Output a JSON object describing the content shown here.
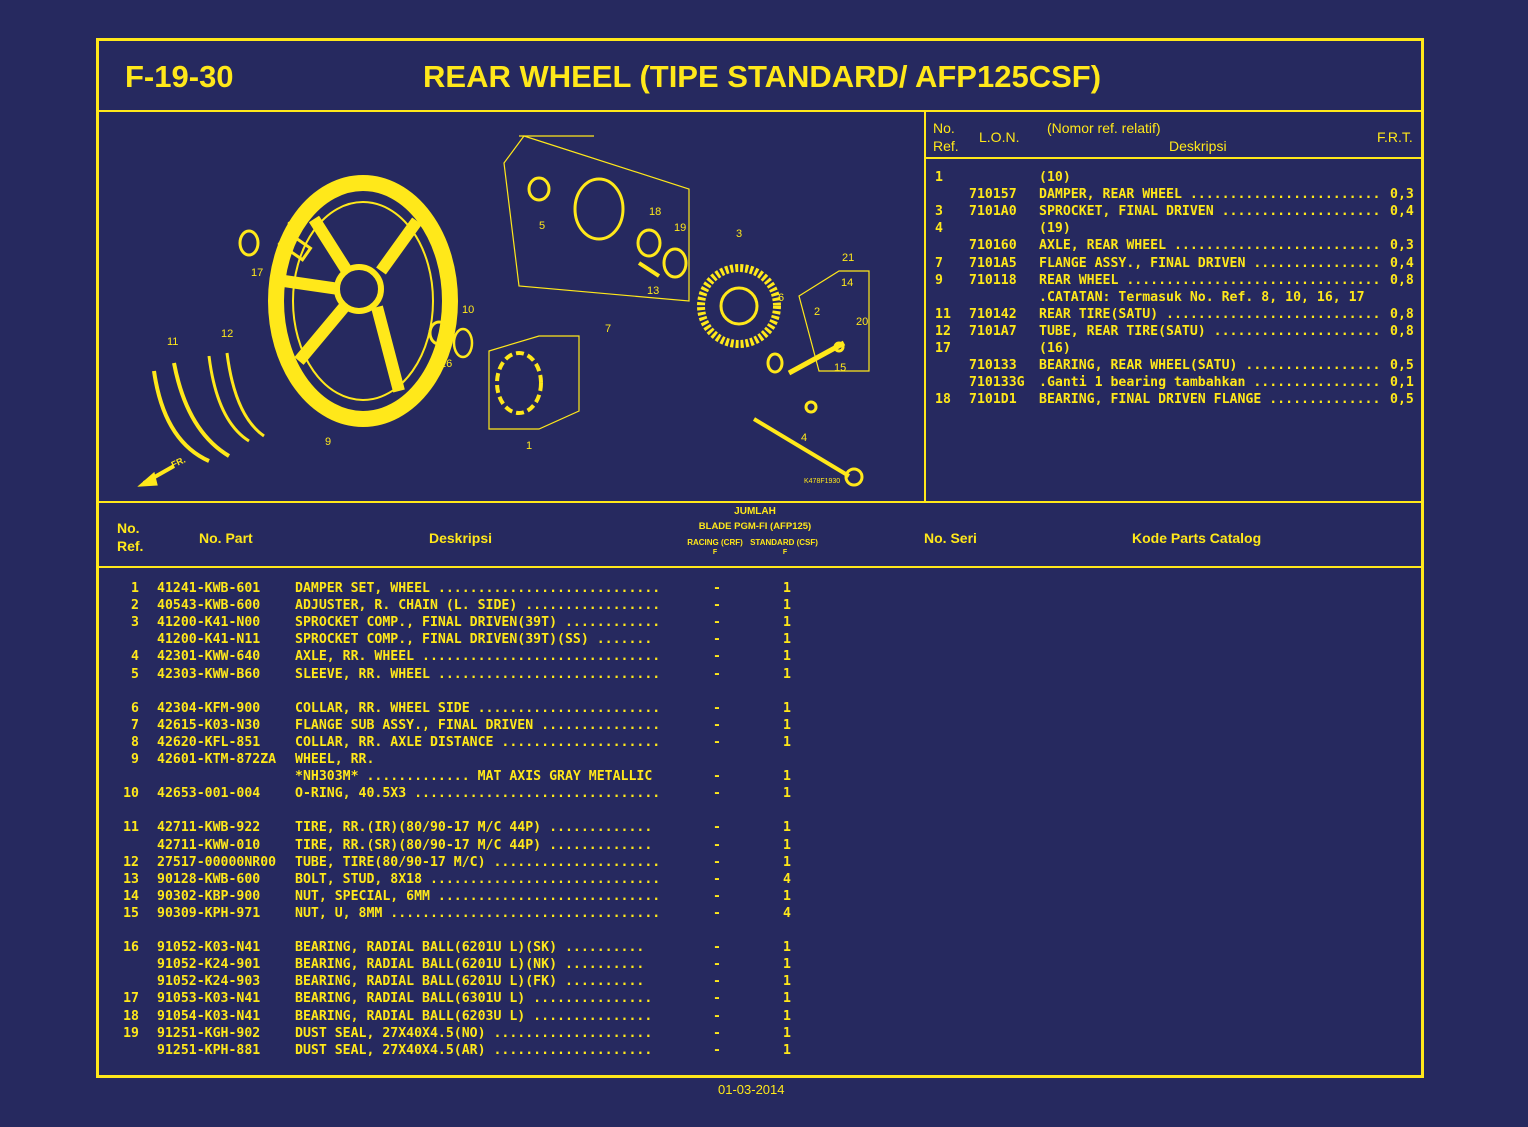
{
  "header": {
    "code": "F-19-30",
    "title": "REAR WHEEL (TIPE STANDARD/ AFP125CSF)"
  },
  "lon_table": {
    "headers": {
      "ref_top": "No.",
      "ref_bottom": "Ref.",
      "lon": "L.O.N.",
      "desc_top": "(Nomor ref. relatif)",
      "desc": "Deskripsi",
      "frt": "F.R.T."
    },
    "rows": [
      {
        "ref": "1",
        "lon": "",
        "desc": "(10)",
        "frt": ""
      },
      {
        "ref": "",
        "lon": "710157",
        "desc": "DAMPER, REAR WHEEL ........................",
        "frt": "0,3"
      },
      {
        "ref": "3",
        "lon": "7101A0",
        "desc": "SPROCKET, FINAL DRIVEN ....................",
        "frt": "0,4"
      },
      {
        "ref": "4",
        "lon": "",
        "desc": "(19)",
        "frt": ""
      },
      {
        "ref": "",
        "lon": "710160",
        "desc": "AXLE, REAR WHEEL ..........................",
        "frt": "0,3"
      },
      {
        "ref": "7",
        "lon": "7101A5",
        "desc": "FLANGE ASSY., FINAL DRIVEN ................",
        "frt": "0,4"
      },
      {
        "ref": "9",
        "lon": "710118",
        "desc": "REAR WHEEL ................................",
        "frt": "0,8"
      },
      {
        "ref": "",
        "lon": "",
        "desc": ".CATATAN: Termasuk No. Ref. 8, 10, 16, 17",
        "frt": ""
      },
      {
        "ref": "11",
        "lon": "710142",
        "desc": "REAR TIRE(SATU) ...........................",
        "frt": "0,8"
      },
      {
        "ref": "12",
        "lon": "7101A7",
        "desc": "TUBE, REAR TIRE(SATU) .....................",
        "frt": "0,8"
      },
      {
        "ref": "17",
        "lon": "",
        "desc": "(16)",
        "frt": ""
      },
      {
        "ref": "",
        "lon": "710133",
        "desc": "BEARING, REAR WHEEL(SATU) .................",
        "frt": "0,5"
      },
      {
        "ref": "",
        "lon": "710133G",
        "desc": ".Ganti 1 bearing tambahkan ................",
        "frt": "0,1"
      },
      {
        "ref": "18",
        "lon": "7101D1",
        "desc": "BEARING, FINAL DRIVEN FLANGE ..............",
        "frt": "0,5"
      }
    ]
  },
  "parts_table": {
    "headers": {
      "ref_top": "No.",
      "ref_bottom": "Ref.",
      "part": "No. Part",
      "desc": "Deskripsi",
      "jumlah": "JUMLAH",
      "model": "BLADE PGM-FI (AFP125)",
      "racing": "RACING (CRF)",
      "standard": "STANDARD (CSF)",
      "f1": "F",
      "f2": "F",
      "serial": "No. Seri",
      "catalog": "Kode Parts Catalog"
    },
    "rows": [
      {
        "ref": "1",
        "part": "41241-KWB-601",
        "desc": "DAMPER SET, WHEEL ............................",
        "racing": "-",
        "standard": "1"
      },
      {
        "ref": "2",
        "part": "40543-KWB-600",
        "desc": "ADJUSTER, R. CHAIN (L. SIDE) .................",
        "racing": "-",
        "standard": "1"
      },
      {
        "ref": "3",
        "part": "41200-K41-N00",
        "desc": "SPROCKET COMP., FINAL DRIVEN(39T) ............",
        "racing": "-",
        "standard": "1"
      },
      {
        "ref": "",
        "part": "41200-K41-N11",
        "desc": "SPROCKET COMP., FINAL DRIVEN(39T)(SS) .......",
        "racing": "-",
        "standard": "1"
      },
      {
        "ref": "4",
        "part": "42301-KWW-640",
        "desc": "AXLE, RR. WHEEL ..............................",
        "racing": "-",
        "standard": "1"
      },
      {
        "ref": "5",
        "part": "42303-KWW-B60",
        "desc": "SLEEVE, RR. WHEEL ............................",
        "racing": "-",
        "standard": "1"
      },
      {
        "ref": "6",
        "part": "42304-KFM-900",
        "desc": "COLLAR, RR. WHEEL SIDE .......................",
        "racing": "-",
        "standard": "1"
      },
      {
        "ref": "7",
        "part": "42615-K03-N30",
        "desc": "FLANGE SUB ASSY., FINAL DRIVEN ...............",
        "racing": "-",
        "standard": "1"
      },
      {
        "ref": "8",
        "part": "42620-KFL-851",
        "desc": "COLLAR, RR. AXLE DISTANCE ....................",
        "racing": "-",
        "standard": "1"
      },
      {
        "ref": "9",
        "part": "42601-KTM-872ZA",
        "desc": "WHEEL, RR.",
        "racing": "",
        "standard": ""
      },
      {
        "ref": "",
        "part": "",
        "desc": "*NH303M* ............. MAT AXIS GRAY METALLIC",
        "racing": "-",
        "standard": "1"
      },
      {
        "ref": "10",
        "part": "42653-001-004",
        "desc": "O-RING, 40.5X3 ...............................",
        "racing": "-",
        "standard": "1"
      },
      {
        "ref": "11",
        "part": "42711-KWB-922",
        "desc": "TIRE, RR.(IR)(80/90-17 M/C 44P) .............",
        "racing": "-",
        "standard": "1"
      },
      {
        "ref": "",
        "part": "42711-KWW-010",
        "desc": "TIRE, RR.(SR)(80/90-17 M/C 44P) .............",
        "racing": "-",
        "standard": "1"
      },
      {
        "ref": "12",
        "part": "27517-00000NR00",
        "desc": "TUBE, TIRE(80/90-17 M/C) .....................",
        "racing": "-",
        "standard": "1"
      },
      {
        "ref": "13",
        "part": "90128-KWB-600",
        "desc": "BOLT, STUD, 8X18 .............................",
        "racing": "-",
        "standard": "4"
      },
      {
        "ref": "14",
        "part": "90302-KBP-900",
        "desc": "NUT, SPECIAL, 6MM ............................",
        "racing": "-",
        "standard": "1"
      },
      {
        "ref": "15",
        "part": "90309-KPH-971",
        "desc": "NUT, U, 8MM ..................................",
        "racing": "-",
        "standard": "4"
      },
      {
        "ref": "16",
        "part": "91052-K03-N41",
        "desc": "BEARING, RADIAL BALL(6201U L)(SK) ..........",
        "racing": "-",
        "standard": "1"
      },
      {
        "ref": "",
        "part": "91052-K24-901",
        "desc": "BEARING, RADIAL BALL(6201U L)(NK) ..........",
        "racing": "-",
        "standard": "1"
      },
      {
        "ref": "",
        "part": "91052-K24-903",
        "desc": "BEARING, RADIAL BALL(6201U L)(FK) ..........",
        "racing": "-",
        "standard": "1"
      },
      {
        "ref": "17",
        "part": "91053-K03-N41",
        "desc": "BEARING, RADIAL BALL(6301U L) ...............",
        "racing": "-",
        "standard": "1"
      },
      {
        "ref": "18",
        "part": "91054-K03-N41",
        "desc": "BEARING, RADIAL BALL(6203U L) ...............",
        "racing": "-",
        "standard": "1"
      },
      {
        "ref": "19",
        "part": "91251-KGH-902",
        "desc": "DUST SEAL, 27X40X4.5(NO) ....................",
        "racing": "-",
        "standard": "1"
      },
      {
        "ref": "",
        "part": "91251-KPH-881",
        "desc": "DUST SEAL, 27X40X4.5(AR) ....................",
        "racing": "-",
        "standard": "1"
      }
    ]
  },
  "diagram": {
    "callouts": [
      "5",
      "8",
      "17",
      "18",
      "19",
      "13",
      "3",
      "21",
      "14",
      "6",
      "2",
      "20",
      "15",
      "4",
      "10",
      "16",
      "7",
      "1",
      "12",
      "11",
      "9"
    ],
    "arrow_label": "FR.",
    "code": "K478F1930"
  },
  "footer": {
    "date": "01-03-2014"
  },
  "colors": {
    "background": "#26295f",
    "ink": "#ffe81a"
  }
}
